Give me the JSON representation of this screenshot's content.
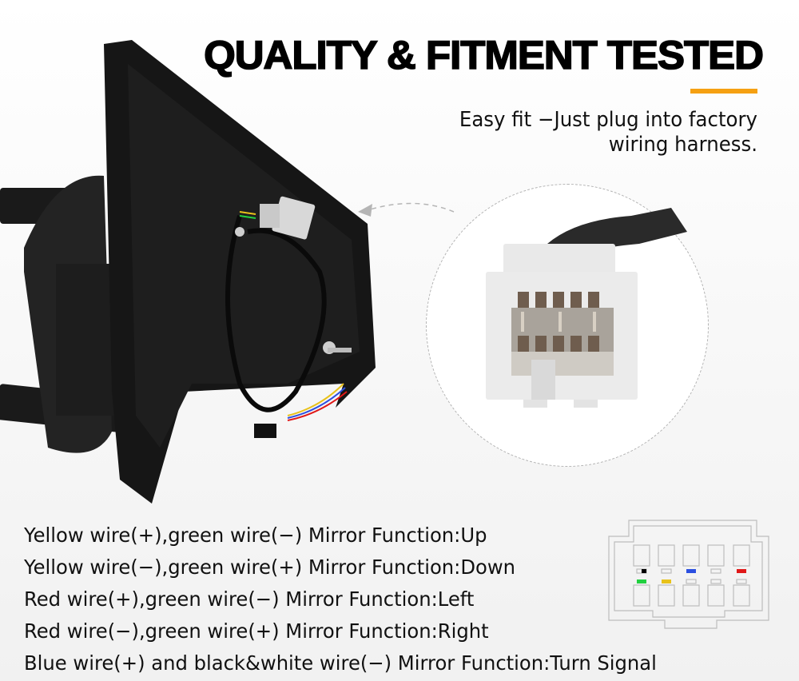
{
  "header": {
    "title": "QUALITY & FITMENT TESTED",
    "accent_color": "#F5A012",
    "subtitle_line1": "Easy fit −Just plug into factory",
    "subtitle_line2": "wiring harness."
  },
  "images": {
    "product": "side-mirror-back-view-photo",
    "callout": "connector-closeup-photo"
  },
  "wiring": [
    {
      "text": "Yellow wire(+),green wire(−) Mirror Function:Up"
    },
    {
      "text": "Yellow wire(−),green wire(+) Mirror Function:Down"
    },
    {
      "text": "Red wire(+),green wire(−) Mirror Function:Left"
    },
    {
      "text": "Red wire(−),green wire(+) Mirror Function:Right"
    },
    {
      "text": "Blue wire(+) and black&white wire(−) Mirror Function:Turn Signal"
    }
  ],
  "pin_diagram": {
    "top_row_colors": [
      "black&white",
      "none",
      "#2B4FE0",
      "none",
      "#E01818"
    ],
    "bottom_row_colors": [
      "#22D040",
      "#E8C21A",
      "none",
      "none",
      "none"
    ]
  }
}
